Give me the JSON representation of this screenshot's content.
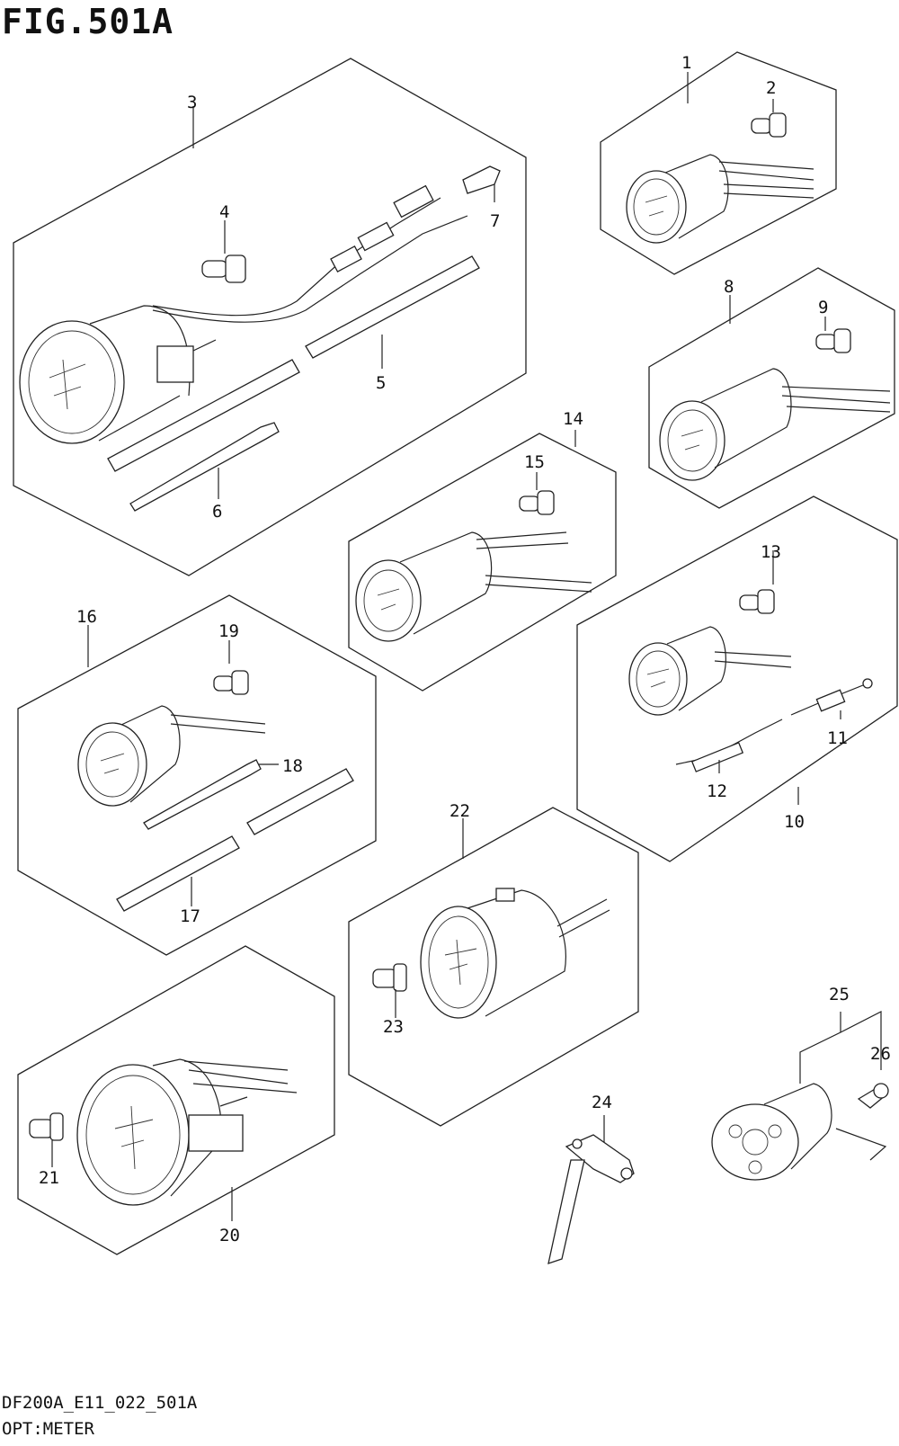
{
  "figure": {
    "title": "FIG.501A",
    "code": "DF200A_E11_022_501A",
    "caption": "OPT:METER"
  },
  "callouts": [
    "1",
    "2",
    "3",
    "4",
    "5",
    "6",
    "7",
    "8",
    "9",
    "10",
    "11",
    "12",
    "13",
    "14",
    "15",
    "16",
    "17",
    "18",
    "19",
    "20",
    "21",
    "22",
    "23",
    "24",
    "25",
    "26"
  ]
}
